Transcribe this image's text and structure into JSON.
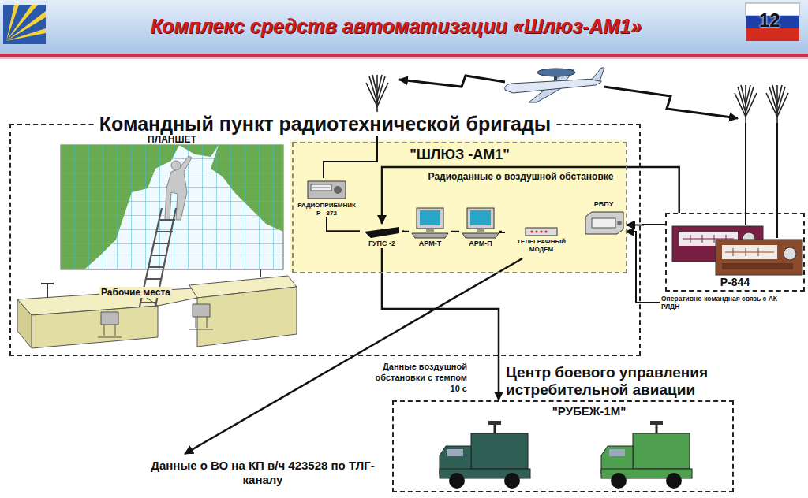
{
  "diagram": {
    "title": "Комплекс средств автоматизации «Шлюз-АМ1»",
    "nodes": [
      {
        "text": [
          "Командный пункт радиотехнической бригады"
        ]
      },
      {
        "text": [
          "ПЛАНШЕТ"
        ],
        "in": 0
      },
      {
        "text": [
          "\"ШЛЮЗ -АМ1\""
        ],
        "in": 0
      },
      {
        "text": [
          "РАДИОПРИЕМНИК Р - 872"
        ],
        "in": 2
      },
      {
        "text": [
          "ГУПС -2"
        ],
        "in": 2
      },
      {
        "text": [
          "АРМ-Т"
        ],
        "in": 2
      },
      {
        "text": [
          "АРМ-П"
        ],
        "in": 2
      },
      {
        "text": [
          "ТЕЛЕГРАФНЫЙ МОДЕМ"
        ],
        "in": 2
      },
      {
        "text": [
          "РВПУ"
        ],
        "in": 2
      },
      {
        "text": [
          "Р-844"
        ]
      },
      {
        "text": [
          "Центр боевого управления истребительной авиации",
          "\"РУБЕЖ-1М\""
        ]
      }
    ],
    "edges": [
      {
        "from": 3,
        "to": 4,
        "arrow": "none"
      },
      {
        "from": 4,
        "to": 5,
        "arrow": "none"
      },
      {
        "from": 5,
        "to": 6,
        "arrow": "none"
      },
      {
        "from": 6,
        "to": 7,
        "arrow": "none"
      },
      {
        "from": 9,
        "to": 8,
        "arrow": "to"
      },
      {
        "from": 9,
        "to": 4,
        "label": "Радиоданные о воздушной обстановке",
        "arrow": "to"
      },
      {
        "from": 4,
        "to": 10,
        "label": "Данные воздушной обстановки с темпом 10 с",
        "arrow": "to"
      }
    ],
    "labels": [
      "12",
      "Рабочие места",
      "Оперативно-командная связь с АК РЛДН",
      "Данные о ВО на КП в/ч 423528 по ТЛГ-каналу"
    ]
  }
}
